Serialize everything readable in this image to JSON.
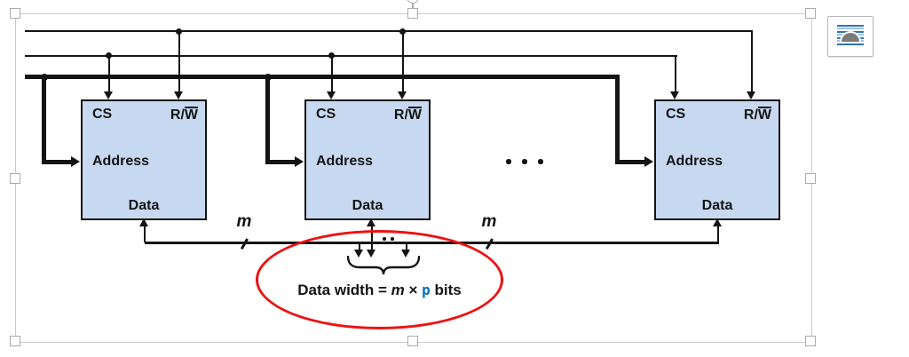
{
  "diagram": {
    "chips": [
      {
        "cs": "CS",
        "rw_base": "R/",
        "rw_overlined": "W",
        "address": "Address",
        "data": "Data"
      },
      {
        "cs": "CS",
        "rw_base": "R/",
        "rw_overlined": "W",
        "address": "Address",
        "data": "Data"
      },
      {
        "cs": "CS",
        "rw_base": "R/",
        "rw_overlined": "W",
        "address": "Address",
        "data": "Data"
      }
    ],
    "bus_labels": [
      {
        "text": "m"
      },
      {
        "text": "m"
      }
    ],
    "continuation": {
      "between_chips": "...",
      "between_data_lines": ".."
    },
    "annotation": {
      "prefix": "Data width = ",
      "m": "m",
      "times": " × ",
      "p": "p",
      "suffix": " bits"
    },
    "colors": {
      "chip_fill": "#c7d9f0",
      "line": "#141414",
      "ellipse_red": "#ee1111",
      "p_blue": "#0070c0",
      "selection_gray": "#cbcbcb"
    },
    "icons": {
      "layout_options": "layout-options-icon"
    }
  }
}
